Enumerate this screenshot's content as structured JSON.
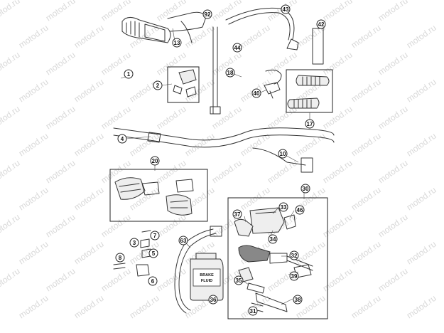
{
  "watermark": {
    "text": "motod.ru"
  },
  "bottle_label": {
    "line1": "BRAKE",
    "line2": "FLUID"
  },
  "callouts": [
    {
      "id": "c92",
      "label": "92"
    },
    {
      "id": "c43",
      "label": "43"
    },
    {
      "id": "c42",
      "label": "42"
    },
    {
      "id": "c13",
      "label": "13"
    },
    {
      "id": "c44",
      "label": "44"
    },
    {
      "id": "c1",
      "label": "1"
    },
    {
      "id": "c2",
      "label": "2"
    },
    {
      "id": "c18",
      "label": "18"
    },
    {
      "id": "c40",
      "label": "40"
    },
    {
      "id": "c17",
      "label": "17"
    },
    {
      "id": "c4",
      "label": "4"
    },
    {
      "id": "c10",
      "label": "10"
    },
    {
      "id": "c20",
      "label": "20"
    },
    {
      "id": "c30",
      "label": "30"
    },
    {
      "id": "c33",
      "label": "33"
    },
    {
      "id": "c37",
      "label": "37"
    },
    {
      "id": "c46",
      "label": "46"
    },
    {
      "id": "c34",
      "label": "34"
    },
    {
      "id": "c3",
      "label": "3"
    },
    {
      "id": "c7",
      "label": "7"
    },
    {
      "id": "c63",
      "label": "63"
    },
    {
      "id": "c5",
      "label": "5"
    },
    {
      "id": "c8",
      "label": "8"
    },
    {
      "id": "c6",
      "label": "6"
    },
    {
      "id": "c32",
      "label": "32"
    },
    {
      "id": "c39",
      "label": "39"
    },
    {
      "id": "c35",
      "label": "35"
    },
    {
      "id": "c38",
      "label": "38"
    },
    {
      "id": "c36",
      "label": "36"
    },
    {
      "id": "c31",
      "label": "31"
    }
  ]
}
